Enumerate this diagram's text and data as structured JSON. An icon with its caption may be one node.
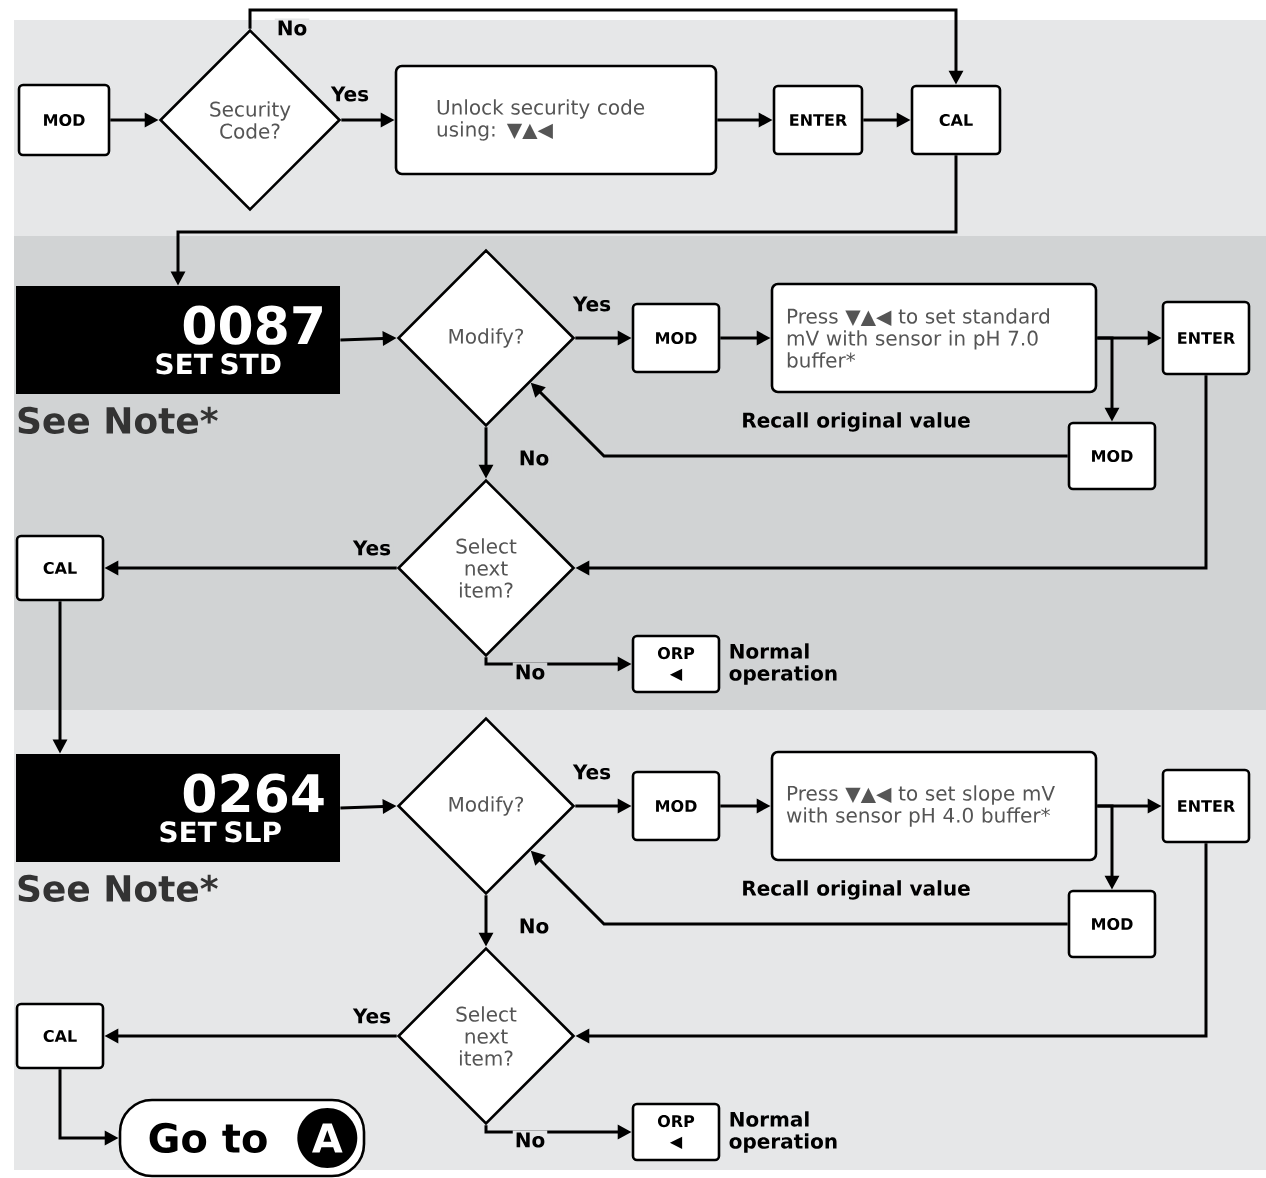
{
  "diagram": {
    "nodes": [
      {
        "text": [
          "MOD"
        ]
      },
      {
        "text": [
          "Security Code?"
        ]
      },
      {
        "text": [
          "Unlock security code using: ▼▲◀"
        ]
      },
      {
        "text": [
          "ENTER"
        ]
      },
      {
        "text": [
          "CAL"
        ]
      },
      {
        "text": [
          "0087",
          "SET STD"
        ],
        "beside": [
          "See Note*"
        ]
      },
      {
        "text": [
          "Modify?"
        ]
      },
      {
        "text": [
          "MOD"
        ]
      },
      {
        "text": [
          "Press ▼▲◀ to set standard mV with sensor in pH 7.0 buffer*"
        ]
      },
      {
        "text": [
          "ENTER"
        ]
      },
      {
        "text": [
          "MOD"
        ]
      },
      {
        "text": [
          "Select next item?"
        ]
      },
      {
        "text": [
          "CAL"
        ]
      },
      {
        "text": [
          "ORP ◀"
        ],
        "beside": [
          "Normal operation"
        ]
      },
      {
        "text": [
          "0264",
          "SET SLP"
        ],
        "beside": [
          "See Note*"
        ]
      },
      {
        "text": [
          "Modify?"
        ]
      },
      {
        "text": [
          "MOD"
        ]
      },
      {
        "text": [
          "Press ▼▲◀ to set slope mV with sensor pH 4.0 buffer*"
        ]
      },
      {
        "text": [
          "ENTER"
        ]
      },
      {
        "text": [
          "MOD"
        ]
      },
      {
        "text": [
          "Select next item?"
        ]
      },
      {
        "text": [
          "CAL"
        ]
      },
      {
        "text": [
          "ORP ◀"
        ],
        "beside": [
          "Normal operation"
        ]
      },
      {
        "text": [
          "Go to",
          "A"
        ]
      }
    ],
    "edges": [
      {
        "from": 0,
        "to": 1,
        "arrow": "to"
      },
      {
        "from": 1,
        "to": 2,
        "arrow": "to",
        "label": "Yes"
      },
      {
        "from": 1,
        "to": 4,
        "arrow": "to",
        "label": "No"
      },
      {
        "from": 2,
        "to": 3,
        "arrow": "to"
      },
      {
        "from": 3,
        "to": 4,
        "arrow": "to"
      },
      {
        "from": 4,
        "to": 5,
        "arrow": "to"
      },
      {
        "from": 5,
        "to": 6,
        "arrow": "to"
      },
      {
        "from": 6,
        "to": 7,
        "arrow": "to",
        "label": "Yes"
      },
      {
        "from": 7,
        "to": 8,
        "arrow": "to"
      },
      {
        "from": 8,
        "to": 9,
        "arrow": "to"
      },
      {
        "from": 8,
        "to": 10,
        "arrow": "to"
      },
      {
        "from": 10,
        "to": 6,
        "arrow": "to",
        "label": "Recall original value"
      },
      {
        "from": 6,
        "to": 11,
        "arrow": "to",
        "label": "No"
      },
      {
        "from": 9,
        "to": 11,
        "arrow": "to"
      },
      {
        "from": 11,
        "to": 12,
        "arrow": "to",
        "label": "Yes"
      },
      {
        "from": 11,
        "to": 13,
        "arrow": "to",
        "label": "No"
      },
      {
        "from": 12,
        "to": 14,
        "arrow": "to"
      },
      {
        "from": 14,
        "to": 15,
        "arrow": "to"
      },
      {
        "from": 15,
        "to": 16,
        "arrow": "to",
        "label": "Yes"
      },
      {
        "from": 16,
        "to": 17,
        "arrow": "to"
      },
      {
        "from": 17,
        "to": 18,
        "arrow": "to"
      },
      {
        "from": 17,
        "to": 19,
        "arrow": "to"
      },
      {
        "from": 19,
        "to": 15,
        "arrow": "to",
        "label": "Recall original value"
      },
      {
        "from": 15,
        "to": 20,
        "arrow": "to",
        "label": "No"
      },
      {
        "from": 18,
        "to": 20,
        "arrow": "to"
      },
      {
        "from": 20,
        "to": 21,
        "arrow": "to",
        "label": "Yes"
      },
      {
        "from": 20,
        "to": 22,
        "arrow": "to",
        "label": "No"
      },
      {
        "from": 21,
        "to": 23,
        "arrow": "to"
      }
    ]
  }
}
